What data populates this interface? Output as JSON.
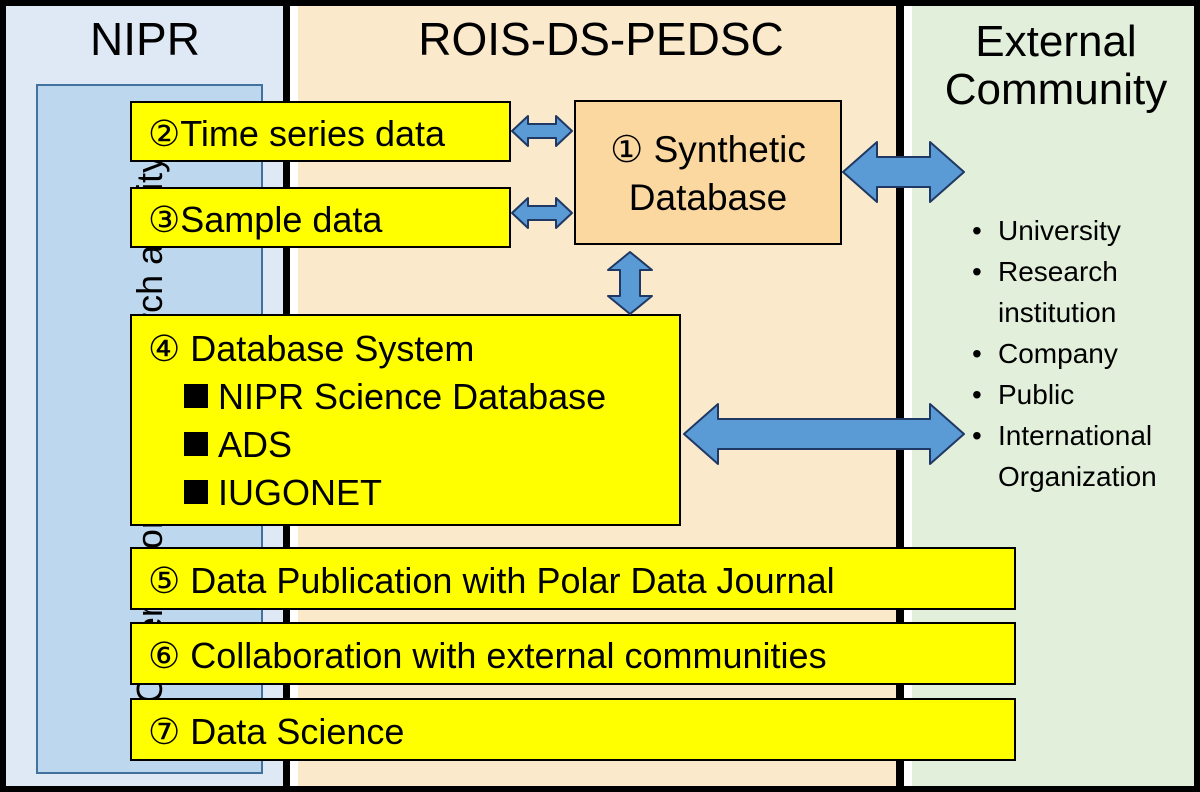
{
  "columns": {
    "nipr": "NIPR",
    "rois": "ROIS-DS-PEDSC",
    "external_line1": "External",
    "external_line2": "Community"
  },
  "nipr_panel_label": "Observation and Research activity",
  "synthetic": {
    "num": "①",
    "line1": "Synthetic",
    "line2": "Database"
  },
  "boxes": {
    "time_series": "②Time series data",
    "sample": "③Sample data",
    "db_system": "④ Database System",
    "db_items": [
      "NIPR Science Database",
      "ADS",
      "IUGONET"
    ],
    "publication": "⑤ Data Publication with Polar Data Journal",
    "collaboration": "⑥ Collaboration with external communities",
    "data_science": "⑦ Data Science"
  },
  "external_items": [
    "University",
    "Research",
    "institution",
    "Company",
    "Public",
    "International",
    "Organization"
  ],
  "colors": {
    "nipr_bg": "#dfe9f5",
    "rois_bg": "#fbe9cc",
    "external_bg": "#e2efda",
    "box_yellow": "#ffff00",
    "synthetic_box": "#fbd8a0",
    "panel_blue": "#bdd7ee",
    "arrow_blue": "#5b9bd5"
  }
}
